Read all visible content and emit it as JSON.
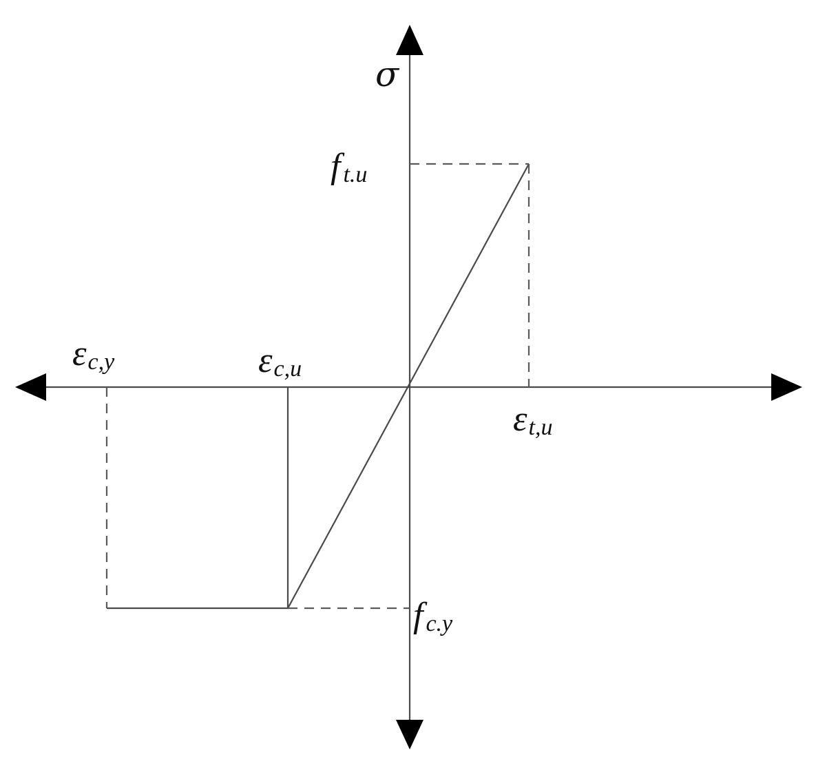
{
  "diagram": {
    "y_axis_label": "σ",
    "labels": {
      "f_tu": {
        "symbol": "f",
        "subscript": "t.u"
      },
      "f_cy": {
        "symbol": "f",
        "subscript": "c.y"
      },
      "eps_cy": {
        "symbol": "ε",
        "subscript": "c,y"
      },
      "eps_cu": {
        "symbol": "ε",
        "subscript": "c,u"
      },
      "eps_tu": {
        "symbol": "ε",
        "subscript": "t,u"
      }
    },
    "colors": {
      "axis": "#4a4a4a",
      "arrow": "#000000",
      "dashed": "#5a5a5a",
      "text": "#111111"
    }
  }
}
